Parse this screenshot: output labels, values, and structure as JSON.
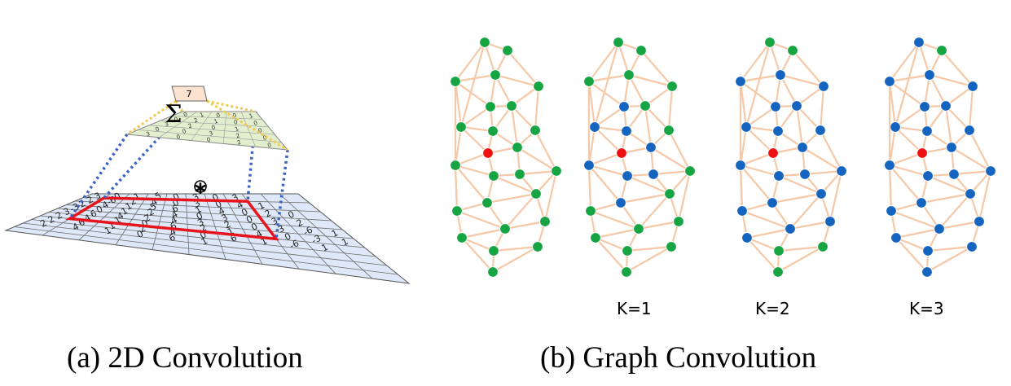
{
  "conv2d": {
    "caption": "(a)  2D Convolution",
    "sum_symbol": "Σ",
    "conv_symbol": "∗",
    "output_value": "7",
    "kernel": [
      [
        "0",
        "1",
        "0",
        "0",
        "1"
      ],
      [
        "0",
        "2",
        "1",
        "0",
        "0"
      ],
      [
        "3",
        "2",
        "0",
        "1",
        "0"
      ],
      [
        "0",
        "0",
        "3",
        "2",
        "0"
      ],
      [
        "3",
        "0",
        "0",
        "2",
        "0"
      ]
    ],
    "image_grid": [
      [
        "3",
        "0",
        "1",
        "-5",
        "0",
        "3",
        "0",
        "3",
        "",
        "",
        ""
      ],
      [
        "2",
        "-6",
        "2",
        "4",
        "0",
        "3",
        "0",
        "4",
        "1",
        "",
        ""
      ],
      [
        "2",
        "4",
        "1",
        "-5",
        "6",
        "1",
        "4",
        "0",
        "2",
        "0",
        ""
      ],
      [
        "-3",
        "0",
        "1",
        "-2",
        "4",
        "0",
        "3",
        "0",
        "3",
        "2",
        ""
      ],
      [
        "3",
        "6",
        "4",
        "2",
        "4",
        "3",
        "2",
        "0",
        "3",
        "-6",
        "1"
      ],
      [
        "2",
        "4",
        "-1",
        "0",
        "6",
        "-2",
        "1",
        "4",
        "0",
        "-3",
        "1"
      ],
      [
        "2",
        "6",
        "1",
        "2",
        "4",
        "0",
        "6",
        "1",
        "-6",
        "1",
        ""
      ],
      [
        "2",
        "4",
        "1",
        "0",
        "6",
        "1",
        "",
        "",
        "",
        "",
        ""
      ],
      [
        "",
        "",
        "",
        "",
        "",
        "",
        "",
        "",
        "",
        "",
        ""
      ],
      [
        "",
        "",
        "",
        "",
        "",
        "",
        "",
        "",
        "",
        "",
        ""
      ]
    ],
    "colors": {
      "grid_fill": "#dfe8f8",
      "kernel_fill": "#e2efcf",
      "output_fill": "#fbe3d0",
      "receptive_field": "#e8141b",
      "projection_blue": "#3a64c4",
      "projection_yellow": "#f2c94c"
    }
  },
  "graph": {
    "caption": "(b)  Graph Convolution",
    "panels": [
      {
        "k_label": ""
      },
      {
        "k_label": "K=1"
      },
      {
        "k_label": "K=2"
      },
      {
        "k_label": "K=3"
      }
    ],
    "colors": {
      "edge": "#f5c8a8",
      "node_green": "#17a544",
      "node_blue": "#1565c0",
      "node_red": "#ee1111"
    }
  }
}
